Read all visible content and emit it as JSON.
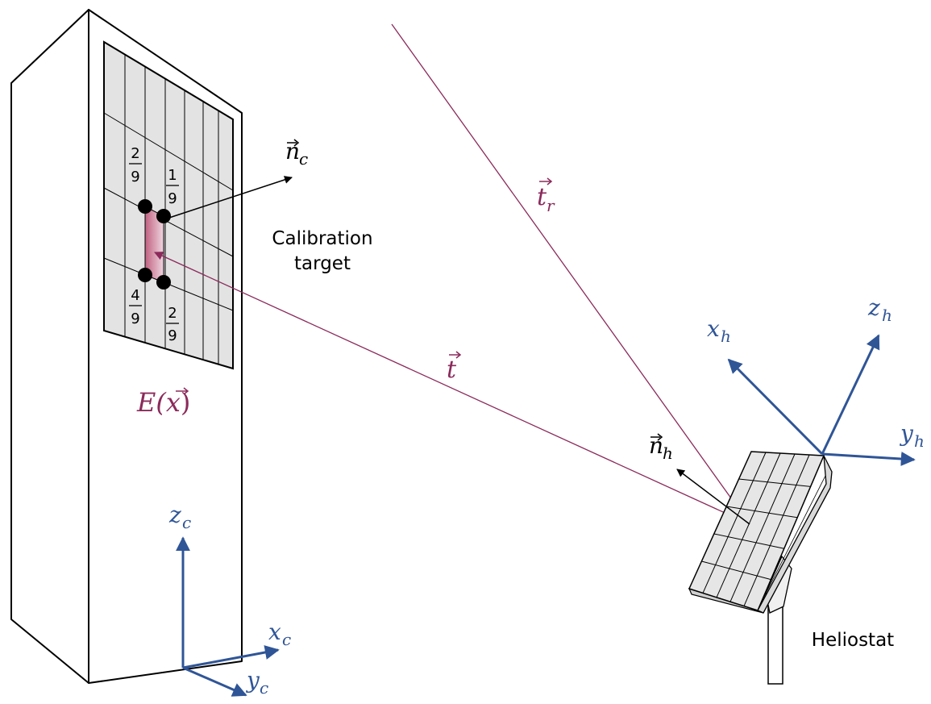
{
  "colors": {
    "axis_blue": "#2f5597",
    "ray_purple": "#8b2a5b",
    "grid_fill": "#e6e6e6",
    "outline": "#000000",
    "aperture_start": "#c0607f",
    "aperture_end": "#f0d6e0"
  },
  "labels": {
    "calibration_target_line1": "Calibration",
    "calibration_target_line2": "target",
    "heliostat": "Heliostat"
  },
  "math": {
    "normal_c": {
      "base": "n",
      "sub": "c"
    },
    "normal_h": {
      "base": "n",
      "sub": "h"
    },
    "ray_t": {
      "base": "t"
    },
    "ray_tr": {
      "base": "t",
      "sub": "r"
    },
    "flux": {
      "prefix": "E(",
      "var": "x",
      "suffix": ")"
    },
    "axes_c": {
      "x": "x",
      "y": "y",
      "z": "z",
      "sub": "c"
    },
    "axes_h": {
      "x": "x",
      "y": "y",
      "z": "z",
      "sub": "h"
    }
  },
  "fractions": {
    "top_left": {
      "num": "2",
      "den": "9"
    },
    "top_right": {
      "num": "1",
      "den": "9"
    },
    "bottom_left": {
      "num": "4",
      "den": "9"
    },
    "bottom_right": {
      "num": "2",
      "den": "9"
    }
  }
}
